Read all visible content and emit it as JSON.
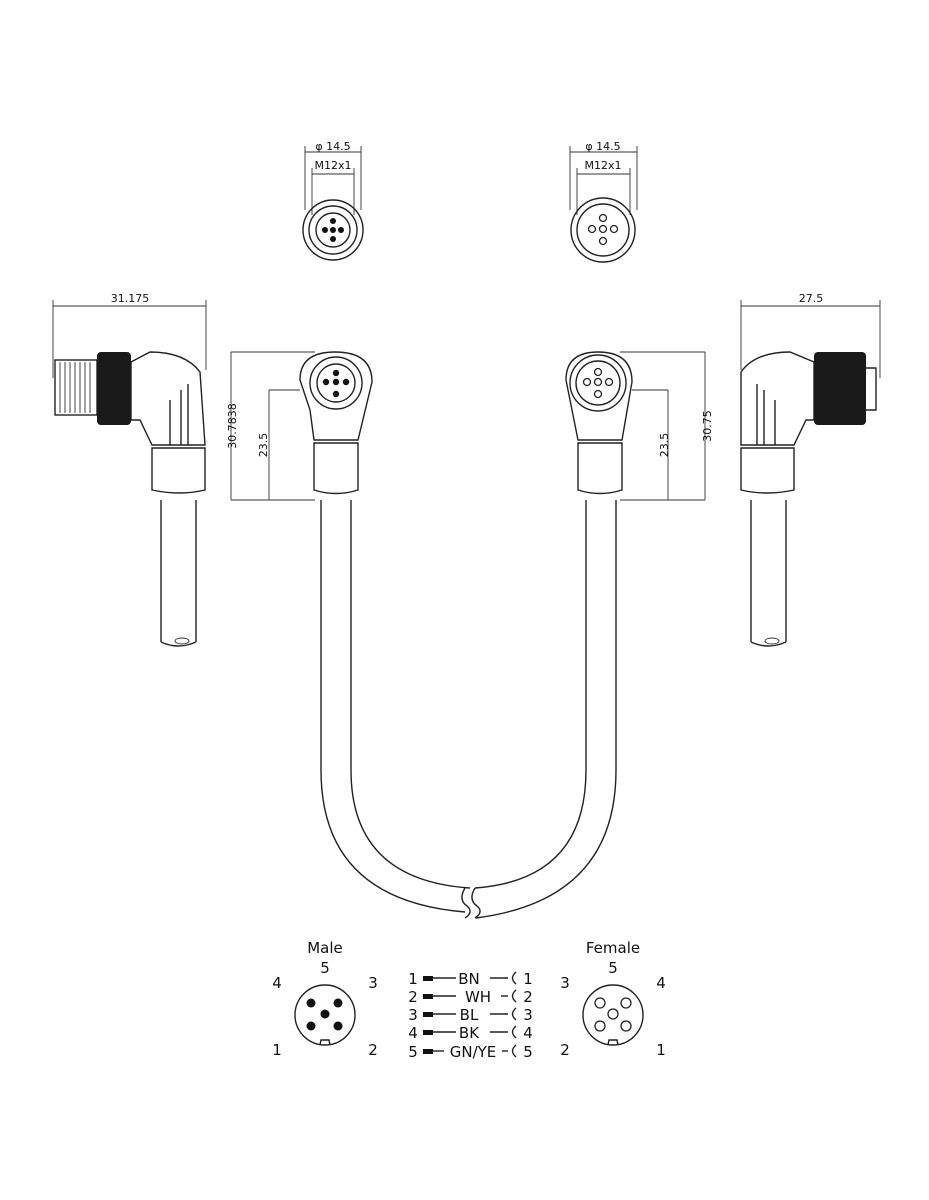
{
  "dimensions": {
    "male_front_diameter": "φ 14.5",
    "male_front_thread": "M12x1",
    "female_front_diameter": "φ 14.5",
    "female_front_thread": "M12x1",
    "male_side_length": "31.175",
    "male_side_height": "30.7838",
    "male_side_inner_height": "23.5",
    "female_side_length": "27.5",
    "female_side_height": "30.75",
    "female_side_inner_height": "23.5"
  },
  "male": {
    "title": "Male",
    "pin_numbers": [
      "1",
      "2",
      "3",
      "4",
      "5"
    ]
  },
  "female": {
    "title": "Female",
    "pin_numbers": [
      "1",
      "2",
      "3",
      "4",
      "5"
    ]
  },
  "wiring": [
    {
      "left": "1",
      "color": "BN",
      "right": "1"
    },
    {
      "left": "2",
      "color": "WH",
      "right": "2"
    },
    {
      "left": "3",
      "color": "BL",
      "right": "3"
    },
    {
      "left": "4",
      "color": "BK",
      "right": "4"
    },
    {
      "left": "5",
      "color": "GN/YE",
      "right": "5"
    }
  ]
}
